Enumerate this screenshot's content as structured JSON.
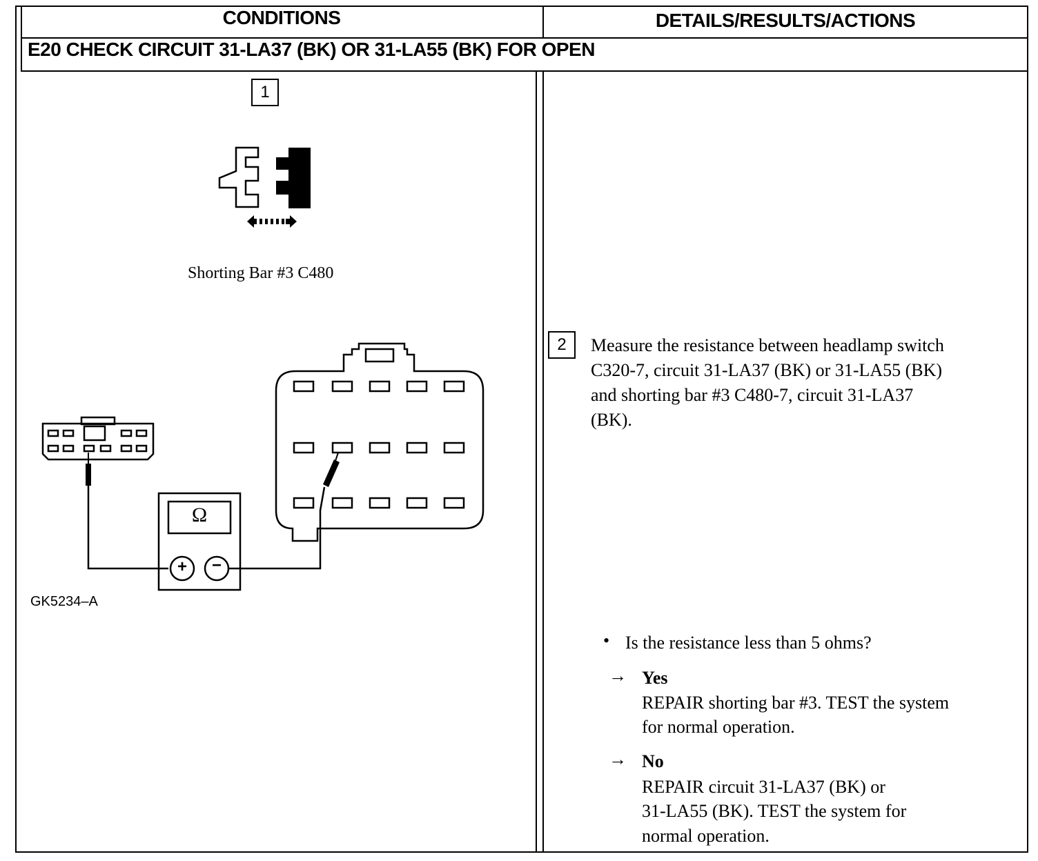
{
  "table": {
    "col_conditions": "CONDITIONS",
    "col_details": "DETAILS/RESULTS/ACTIONS",
    "step_title": "E20 CHECK CIRCUIT 31-LA37 (BK) OR 31-LA55 (BK) FOR OPEN"
  },
  "conditions": {
    "step1_number": "1",
    "step1_caption": "Shorting Bar #3 C480",
    "meter_symbol": "Ω",
    "plus_symbol": "+",
    "minus_symbol": "−",
    "figure_code": "GK5234–A"
  },
  "details": {
    "step2_number": "2",
    "step2_lines": [
      "Measure the resistance between headlamp switch",
      "C320-7, circuit 31-LA37 (BK) or 31-LA55 (BK)",
      "and shorting bar #3 C480-7, circuit 31-LA37",
      "(BK)."
    ],
    "bullet_symbol": "•",
    "question": "Is the resistance less than 5 ohms?",
    "arrow_symbol": "→",
    "yes_label": "Yes",
    "yes_lines": [
      "REPAIR shorting bar #3. TEST the system",
      "for normal operation."
    ],
    "no_label": "No",
    "no_lines": [
      "REPAIR circuit 31-LA37 (BK) or",
      "31-LA55 (BK). TEST the system for",
      "normal operation."
    ]
  }
}
